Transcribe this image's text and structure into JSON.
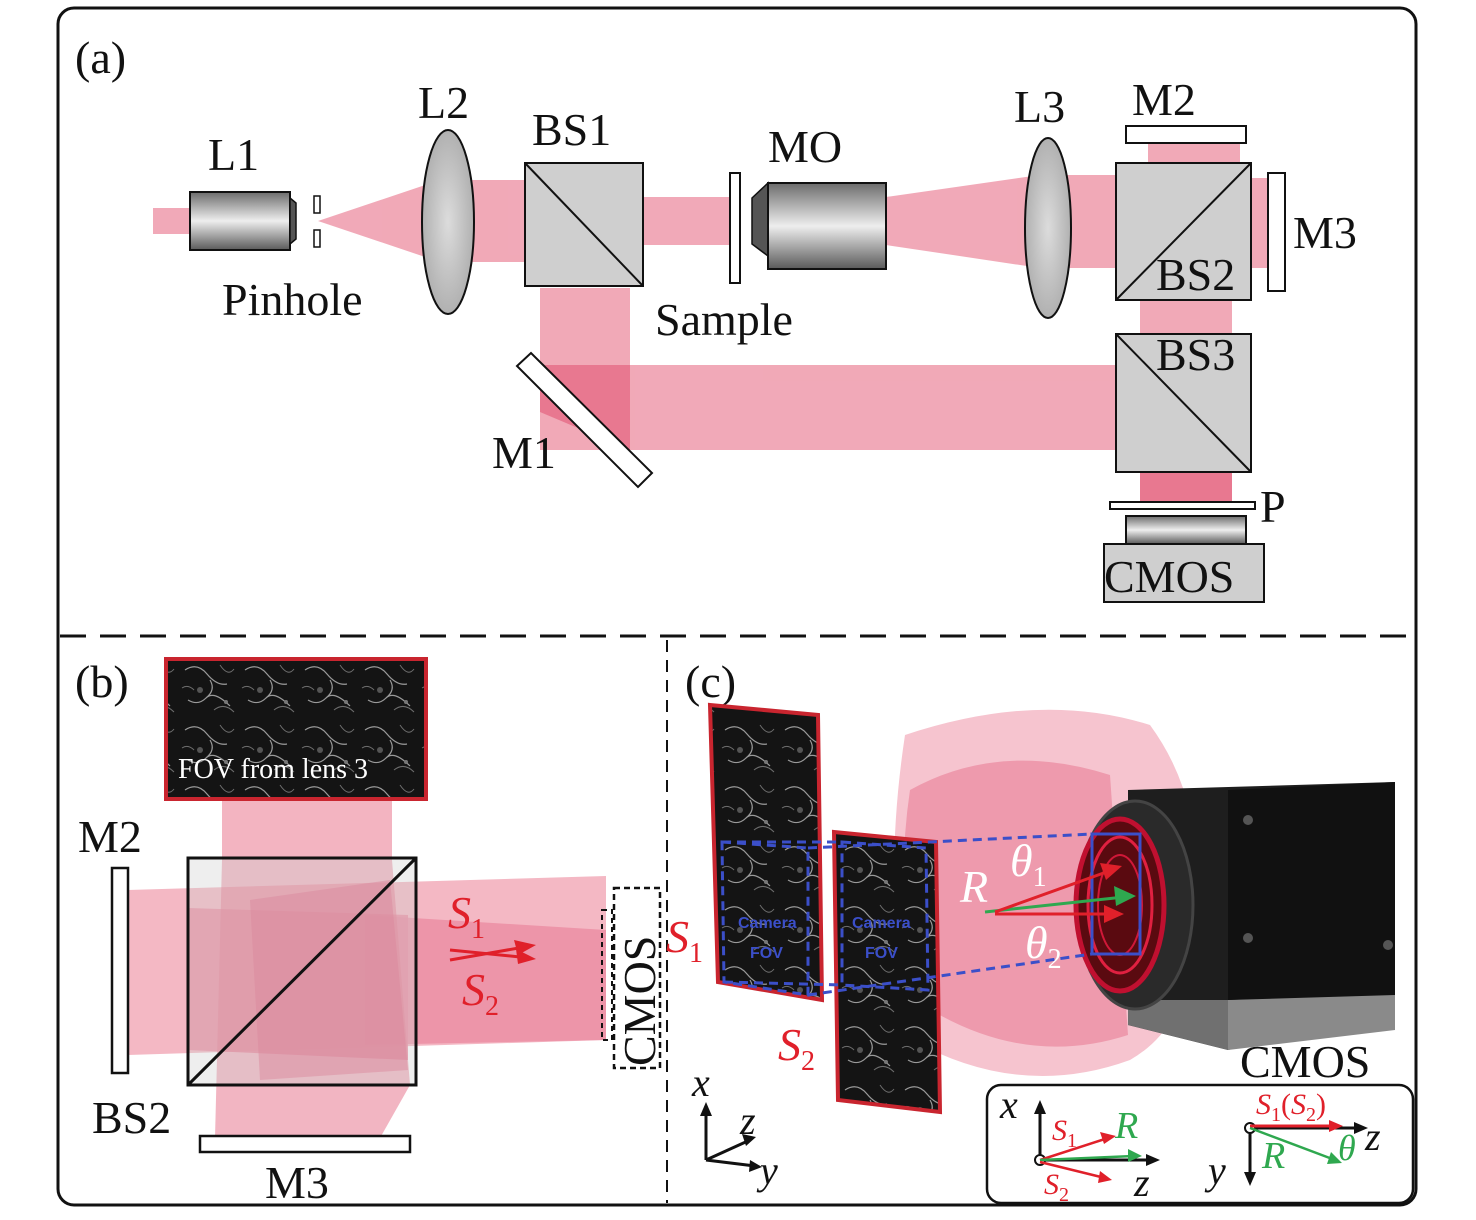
{
  "panels": {
    "a": "(a)",
    "b": "(b)",
    "c": "(c)"
  },
  "panel_a": {
    "L1": "L1",
    "L2": "L2",
    "L3": "L3",
    "BS1": "BS1",
    "BS2": "BS2",
    "BS3": "BS3",
    "MO": "MO",
    "M1": "M1",
    "M2": "M2",
    "M3": "M3",
    "P": "P",
    "CMOS": "CMOS",
    "Pinhole": "Pinhole",
    "Sample": "Sample"
  },
  "panel_b": {
    "fov_caption": "FOV from lens 3",
    "M2": "M2",
    "M3": "M3",
    "BS2": "BS2",
    "S": "S",
    "sub1": "1",
    "sub2": "2",
    "CMOS": "CMOS"
  },
  "panel_c": {
    "S": "S",
    "sub1": "1",
    "sub2": "2",
    "R": "R",
    "theta": "θ",
    "camera_fov_line1": "Camera",
    "camera_fov_line2": "FOV",
    "CMOS": "CMOS",
    "axes": {
      "x": "x",
      "y": "y",
      "z": "z"
    },
    "inset_left": {
      "x": "x",
      "z": "z",
      "S": "S",
      "sub1": "1",
      "sub2": "2",
      "R": "R"
    },
    "inset_right": {
      "y": "y",
      "z": "z",
      "S": "S",
      "sub1": "1",
      "paren_open": "(",
      "S2": "S",
      "sub2": "2",
      "paren_close": ")",
      "R": "R",
      "theta": "θ"
    }
  },
  "colors": {
    "beam": "#f0a0b0",
    "beam_dark": "#e87890",
    "accent_red": "#e0202a",
    "accent_green": "#2fa84f",
    "fov_dash": "#3b4fc9"
  }
}
